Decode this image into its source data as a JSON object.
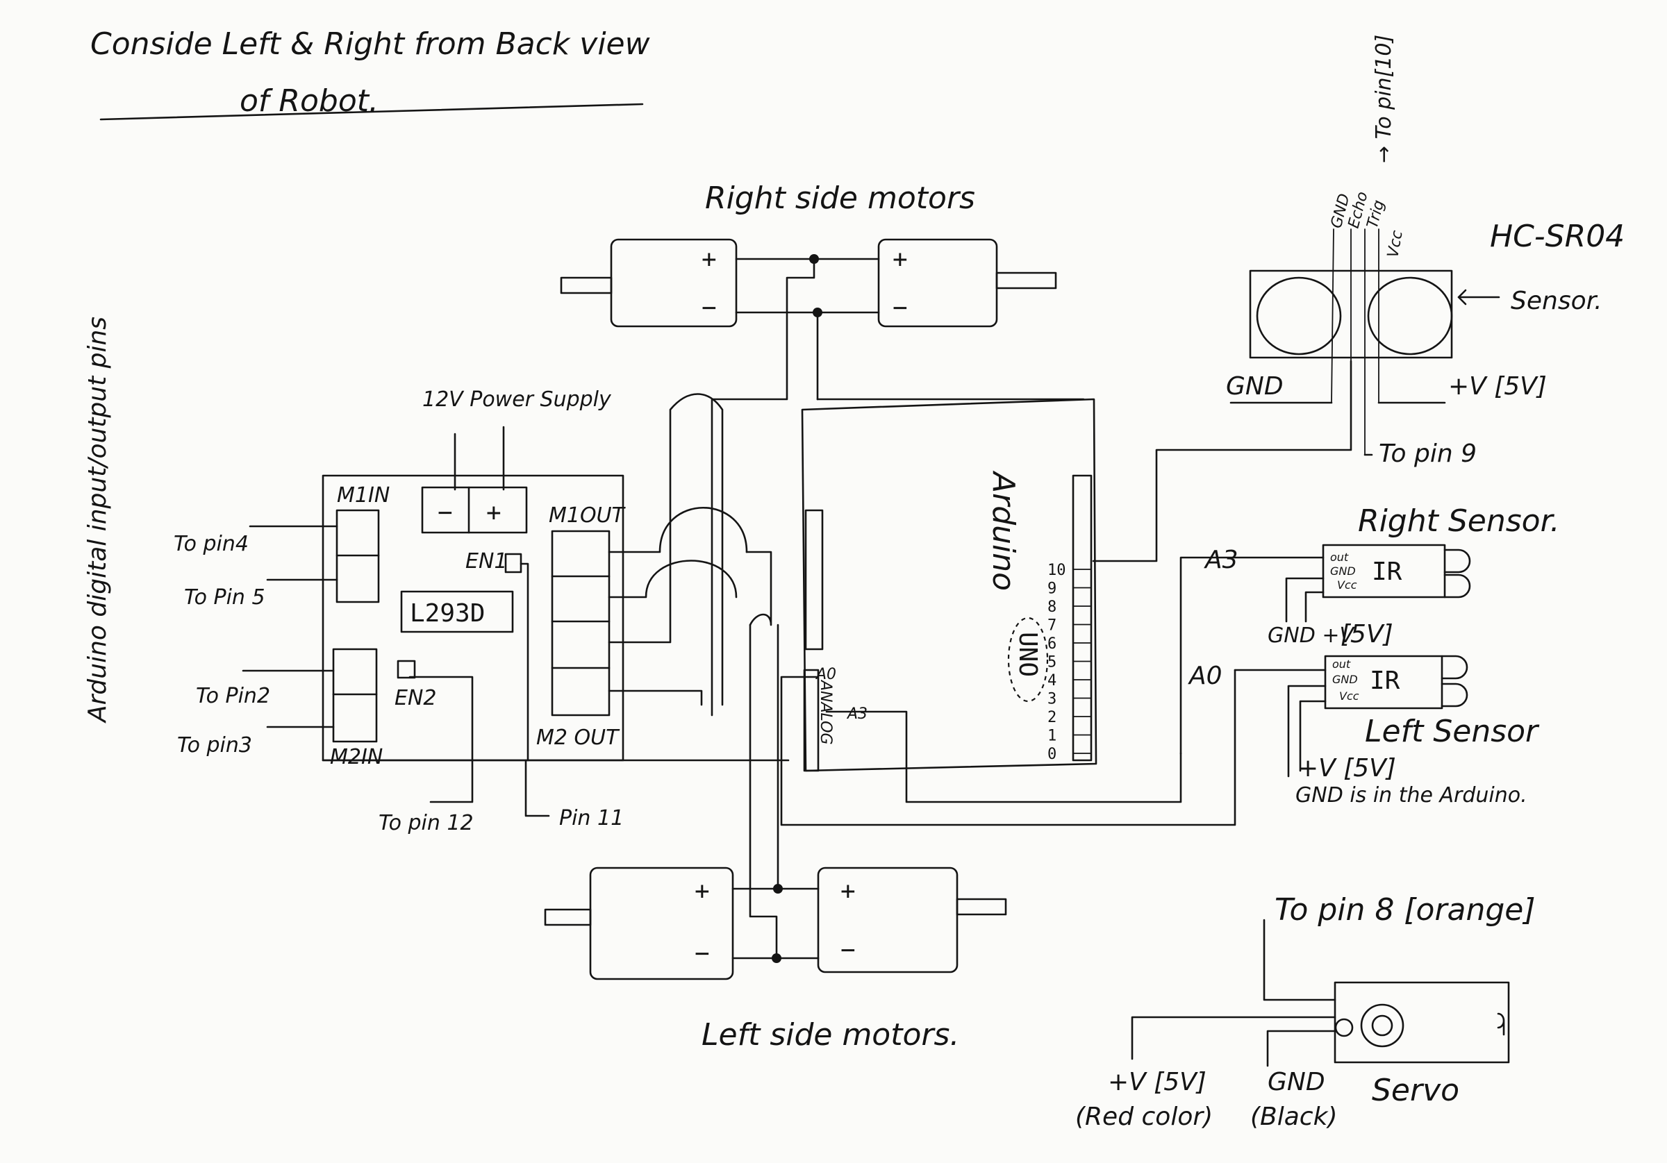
{
  "note": {
    "line1": "Conside Left & Right from Back view",
    "line2": "of Robot."
  },
  "side_label": "Arduino digital input/output pins",
  "motors": {
    "right_title": "Right side motors",
    "left_title": "Left side motors.",
    "plus": "+",
    "minus": "−"
  },
  "driver": {
    "chip": "L293D",
    "m1in": "M1IN",
    "m2in": "M2IN",
    "m1out": "M1OUT",
    "m2out": "M2 OUT",
    "en1": "EN1",
    "en2": "EN2",
    "power_label": "12V Power Supply",
    "power_minus": "−",
    "power_plus": "+",
    "to_pin4": "To pin4",
    "to_pin5": "To Pin 5",
    "to_pin2": "To Pin2",
    "to_pin3": "To pin3",
    "to_pin12": "To pin 12",
    "pin11": "Pin 11"
  },
  "arduino": {
    "name": "Arduino",
    "model": "UNO",
    "analog": "ANALOG",
    "a0": "A0",
    "a3": "A3",
    "pins": [
      "10",
      "9",
      "8",
      "7",
      "6",
      "5",
      "4",
      "3",
      "2",
      "1",
      "0"
    ]
  },
  "ultrasonic": {
    "name": "HC-SR04",
    "sensor": "Sensor.",
    "gnd": "GND",
    "echo": "Echo",
    "trig": "Trig",
    "vcc": "Vcc",
    "to_pin10": "→ To pin[10]",
    "gnd_label": "GND",
    "vplus": "+V [5V]",
    "to_pin9": "To pin 9"
  },
  "ir_sensors": {
    "right_title": "Right Sensor.",
    "left_title": "Left Sensor",
    "ir": "IR",
    "out": "out",
    "gnd": "GND",
    "vcc": "Vcc",
    "a3": "A3",
    "a0": "A0",
    "gnd_v": "GND +V",
    "v5": "[5V]",
    "left_v": "+V [5V]",
    "gnd_note": "GND is in the Arduino."
  },
  "servo": {
    "title": "Servo",
    "to_pin8": "To pin 8 [orange]",
    "vplus": "+V [5V]",
    "red": "(Red color)",
    "gnd": "GND",
    "black": "(Black)"
  }
}
